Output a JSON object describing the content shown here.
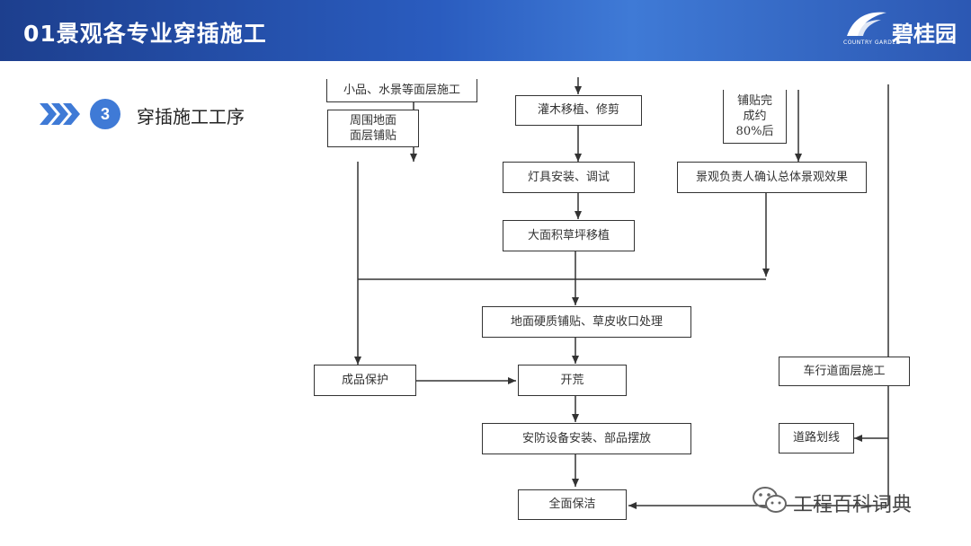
{
  "header": {
    "title": "01景观各专业穿插施工",
    "brand": "碧桂园",
    "brand_sub": "COUNTRY GARDEN"
  },
  "section": {
    "number": "3",
    "label": "穿插施工工序"
  },
  "flow": {
    "nodes": {
      "top_left": "小品、水景等面层施工",
      "ground_paving": "周围地面\n面层铺贴",
      "shrub": "灌木移植、修剪",
      "paving_done": "铺贴完\n成约\n80%后",
      "lighting": "灯具安装、调试",
      "confirm": "景观负责人确认总体景观效果",
      "lawn": "大面积草坪移植",
      "hard_paving": "地面硬质铺贴、草皮收口处理",
      "protect": "成品保护",
      "open": "开荒",
      "road_surface": "车行道面层施工",
      "security": "安防设备安装、部品摆放",
      "road_marking": "道路划线",
      "cleaning": "全面保洁"
    }
  },
  "watermark": {
    "text": "工程百科词典"
  },
  "colors": {
    "header_blue": "#2a5cbf",
    "accent_blue": "#3f7ad6",
    "line": "#333333"
  }
}
